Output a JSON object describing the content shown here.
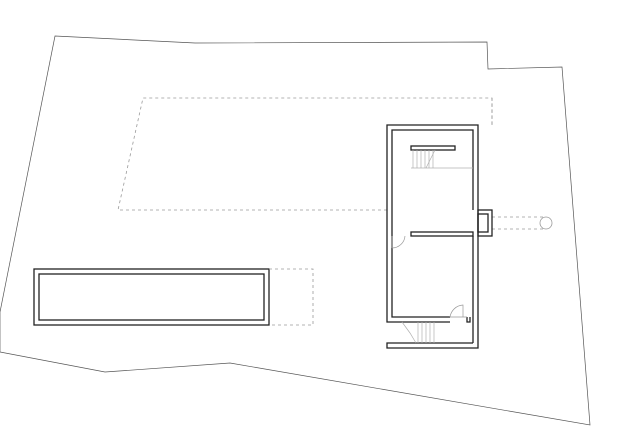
{
  "drawing": {
    "type": "site-plan",
    "colors": {
      "line": "#222222",
      "site_boundary": "#555555",
      "dashed": "#9a9a9a",
      "light": "#b0b0b0"
    },
    "elements": [
      "site-boundary",
      "dashed-building-outline",
      "pool",
      "house",
      "stairs",
      "doors",
      "chimney-annex"
    ]
  }
}
